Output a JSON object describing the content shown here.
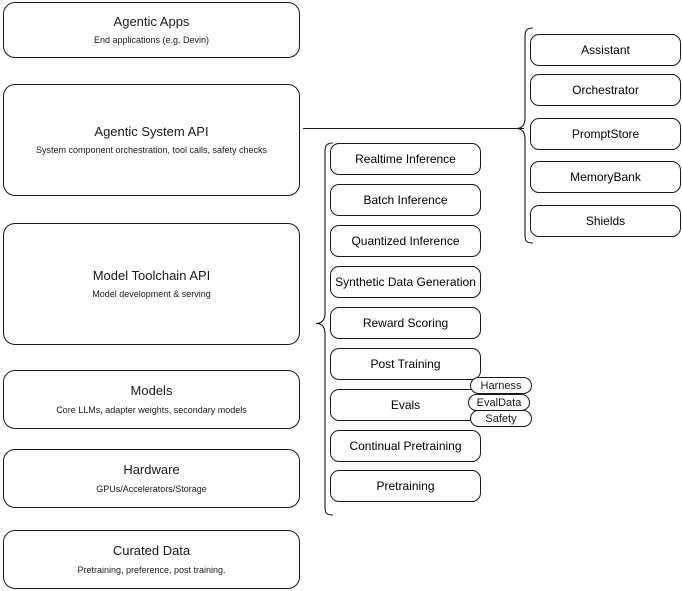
{
  "diagram": {
    "title": "LLM stack layered architecture",
    "stroke_color": "#1a1a1a",
    "background_color": "#ffffff"
  },
  "layers": [
    {
      "title": "Agentic Apps",
      "subtitle": "End applications (e.g. Devin)"
    },
    {
      "title": "Agentic System API",
      "subtitle": "System component orchestration, tool calls, safety checks"
    },
    {
      "title": "Model Toolchain API",
      "subtitle": "Model development & serving"
    },
    {
      "title": "Models",
      "subtitle": "Core LLMs, adapter weights, secondary models"
    },
    {
      "title": "Hardware",
      "subtitle": "GPUs/Accelerators/Storage"
    },
    {
      "title": "Curated Data",
      "subtitle": "Pretraining, preference, post training."
    }
  ],
  "toolchain_capabilities": [
    {
      "label": "Realtime Inference"
    },
    {
      "label": "Batch Inference"
    },
    {
      "label": "Quantized Inference"
    },
    {
      "label": "Synthetic Data Generation"
    },
    {
      "label": "Reward Scoring"
    },
    {
      "label": "Post Training"
    },
    {
      "label": "Evals"
    },
    {
      "label": "Continual Pretraining"
    },
    {
      "label": "Pretraining"
    }
  ],
  "evals_subcomponents": [
    {
      "label": "Harness"
    },
    {
      "label": "EvalData"
    },
    {
      "label": "Safety"
    }
  ],
  "agentic_components": [
    {
      "label": "Assistant"
    },
    {
      "label": "Orchestrator"
    },
    {
      "label": "PromptStore"
    },
    {
      "label": "MemoryBank"
    },
    {
      "label": "Shields"
    }
  ]
}
